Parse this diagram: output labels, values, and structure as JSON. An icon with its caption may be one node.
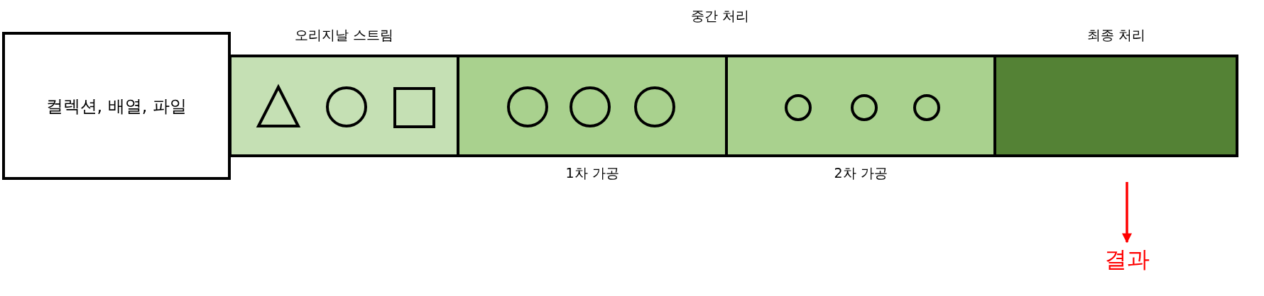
{
  "diagram": {
    "nodes": [
      {
        "text": [
          "컬렉션, 배열, 파일"
        ]
      },
      {
        "text": [
          "오리지날 스트림"
        ]
      },
      {
        "text": [
          "1차 가공"
        ]
      },
      {
        "text": [
          "2차 가공"
        ]
      },
      {
        "text": [
          "최종 처리"
        ]
      },
      {
        "text": [
          "결과"
        ]
      }
    ],
    "edges": [
      {
        "from": null,
        "to": 5,
        "arrow": "to",
        "color": "#ff0000"
      }
    ],
    "labels": [
      "중간 처리"
    ]
  }
}
